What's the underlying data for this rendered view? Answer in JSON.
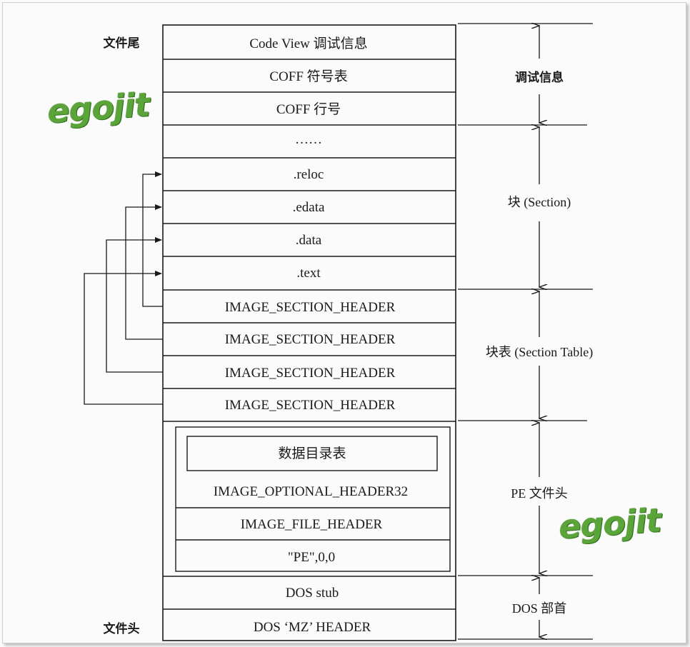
{
  "rows": [
    {
      "label": "Code View 调试信息"
    },
    {
      "label": "COFF 符号表"
    },
    {
      "label": "COFF 行号"
    },
    {
      "label": "……"
    },
    {
      "label": ".reloc"
    },
    {
      "label": ".edata"
    },
    {
      "label": ".data"
    },
    {
      "label": ".text"
    },
    {
      "label": "IMAGE_SECTION_HEADER"
    },
    {
      "label": "IMAGE_SECTION_HEADER"
    },
    {
      "label": "IMAGE_SECTION_HEADER"
    },
    {
      "label": "IMAGE_SECTION_HEADER"
    }
  ],
  "pe_header": {
    "data_directory": "数据目录表",
    "optional_header": "IMAGE_OPTIONAL_HEADER32",
    "file_header": "IMAGE_FILE_HEADER",
    "signature": "\"PE\",0,0"
  },
  "dos": {
    "stub": "DOS stub",
    "mz_header": "DOS ‘MZ’ HEADER"
  },
  "left_labels": {
    "file_tail": "文件尾",
    "file_head": "文件头"
  },
  "right_labels": {
    "debug_info": "调试信息",
    "section": "块 (Section)",
    "section_table": "块表 (Section Table)",
    "pe_file_header": "PE 文件头",
    "dos_header": "DOS 部首"
  },
  "watermark": {
    "text": "egojit",
    "color": "#5aa43a"
  }
}
